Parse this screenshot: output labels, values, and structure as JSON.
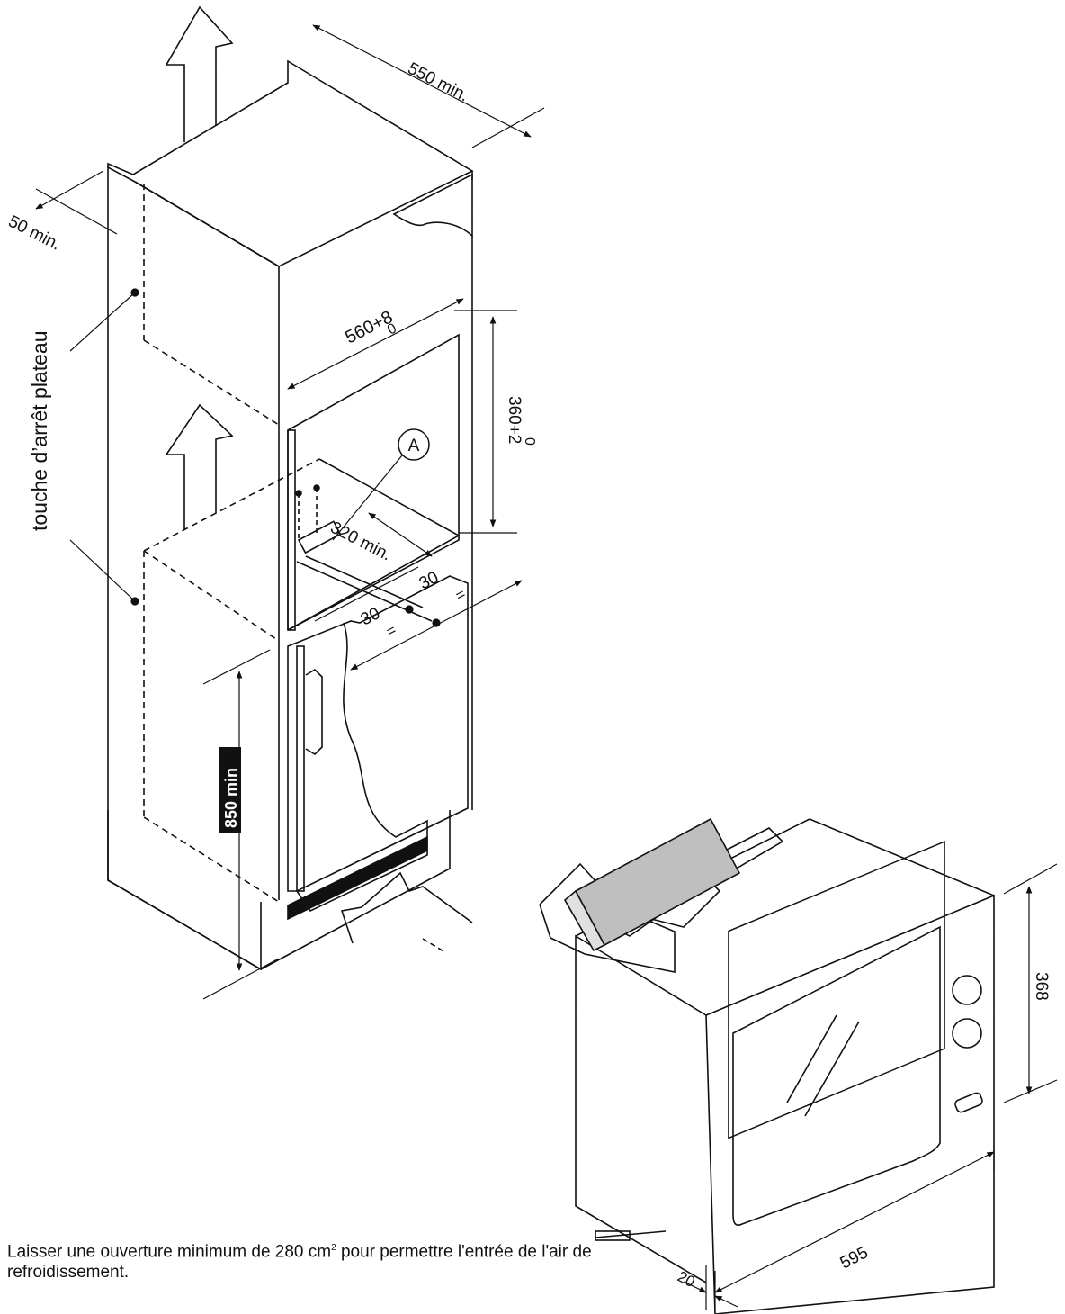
{
  "dimensions": {
    "depth_min": "550 min.",
    "side_gap_min": "50 min.",
    "niche_width": "560+8",
    "niche_width_tol": "0",
    "niche_height": "360+2",
    "niche_height_tol": "0",
    "shelf_depth_min": "320 min.",
    "offset_a": "30",
    "offset_b": "30",
    "equal_a": "=",
    "equal_b": "=",
    "bottom_height_min": "850 min",
    "oven_height": "368",
    "oven_width": "595",
    "frame_depth": "20"
  },
  "labels": {
    "side_label": "touche d’arrêt plateau",
    "marker_a": "A"
  },
  "note": {
    "before": "Laisser une ouverture minimum de 280 cm",
    "sup": "2",
    "after": " pour permettre l'entrée de l'air de refroidissement."
  }
}
